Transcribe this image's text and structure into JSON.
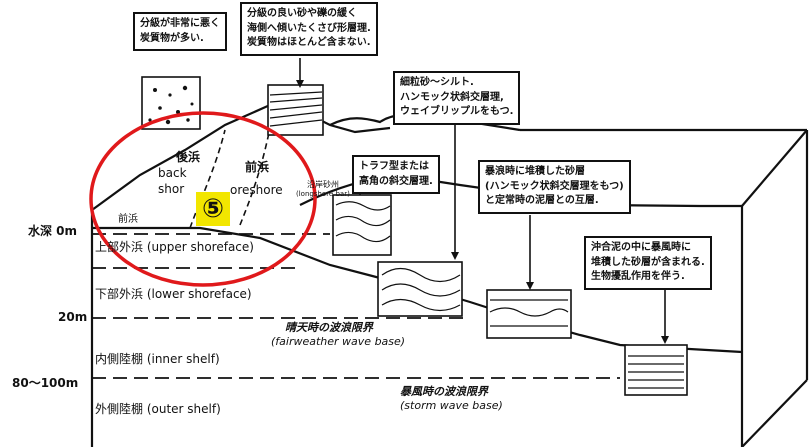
{
  "depth_labels": {
    "depth_0": "水深 0m",
    "depth_20": "20m",
    "depth_80_100": "80～100m"
  },
  "zones": {
    "backshore_jp": "後浜",
    "backshore_en": "back",
    "shore_en": "shor",
    "foreshore_jp": "前浜",
    "foreshore_en": "oreshore",
    "foreshore_small": "前浜",
    "upper_shoreface": "上部外浜 (upper shoreface)",
    "lower_shoreface": "下部外浜 (lower shoreface)",
    "inner_shelf": "内側陸棚 (inner shelf)",
    "outer_shelf": "外側陸棚 (outer shelf)"
  },
  "wave_base": {
    "fairweather_jp": "晴天時の波浪限界",
    "fairweather_en": "(fairweather wave base)",
    "storm_jp": "暴風時の波浪限界",
    "storm_en": "(storm wave base)"
  },
  "bar_label": {
    "jp": "沿岸砂州",
    "en": "(longshore bar)"
  },
  "callouts": {
    "backshore": [
      "分級が非常に悪く",
      "炭質物が多い."
    ],
    "foreshore": [
      "分級の良い砂や礫の緩く",
      "海側へ傾いたくさび形層理.",
      "炭質物はほとんど含まない."
    ],
    "upper_shoreface": [
      "細粒砂～シルト.",
      "ハンモック状斜交層理,",
      "ウェイブリップルをもつ."
    ],
    "trough": [
      "トラフ型または",
      "高角の斜交層理."
    ],
    "storm_beds": [
      "暴浪時に堆積した砂層",
      "(ハンモック状斜交層理をもつ)",
      "と定常時の泥層との互層."
    ],
    "offshore_mud": [
      "沖合泥の中に暴風時に",
      "堆積した砂層が含まれる.",
      "生物擾乱作用を伴う."
    ]
  },
  "marker": "⑤",
  "colors": {
    "highlight_circle": "#e0191b",
    "marker_bg": "#f2e600",
    "ink": "#111111"
  }
}
